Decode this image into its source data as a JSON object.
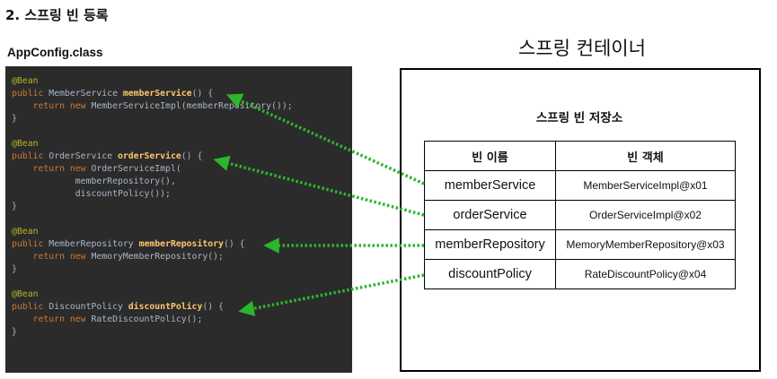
{
  "heading": "2. 스프링 빈 등록",
  "code_panel": {
    "title": "AppConfig.class",
    "lines": [
      [
        {
          "t": "@Bean",
          "c": "annot"
        }
      ],
      [
        {
          "t": "public ",
          "c": "kw"
        },
        {
          "t": "MemberService ",
          "c": "plain"
        },
        {
          "t": "memberService",
          "c": "fn"
        },
        {
          "t": "() {",
          "c": "plain"
        }
      ],
      [
        {
          "t": "    return new ",
          "c": "kw"
        },
        {
          "t": "MemberServiceImpl(memberRepository());",
          "c": "plain"
        }
      ],
      [
        {
          "t": "}",
          "c": "plain"
        }
      ],
      [],
      [
        {
          "t": "@Bean",
          "c": "annot"
        }
      ],
      [
        {
          "t": "public ",
          "c": "kw"
        },
        {
          "t": "OrderService ",
          "c": "plain"
        },
        {
          "t": "orderService",
          "c": "fn"
        },
        {
          "t": "() {",
          "c": "plain"
        }
      ],
      [
        {
          "t": "    return new ",
          "c": "kw"
        },
        {
          "t": "OrderServiceImpl(",
          "c": "plain"
        }
      ],
      [
        {
          "t": "            memberRepository(),",
          "c": "plain"
        }
      ],
      [
        {
          "t": "            discountPolicy());",
          "c": "plain"
        }
      ],
      [
        {
          "t": "}",
          "c": "plain"
        }
      ],
      [],
      [
        {
          "t": "@Bean",
          "c": "annot"
        }
      ],
      [
        {
          "t": "public ",
          "c": "kw"
        },
        {
          "t": "MemberRepository ",
          "c": "plain"
        },
        {
          "t": "memberRepository",
          "c": "fn"
        },
        {
          "t": "() {",
          "c": "plain"
        }
      ],
      [
        {
          "t": "    return new ",
          "c": "kw"
        },
        {
          "t": "MemoryMemberRepository();",
          "c": "plain"
        }
      ],
      [
        {
          "t": "}",
          "c": "plain"
        }
      ],
      [],
      [
        {
          "t": "@Bean",
          "c": "annot"
        }
      ],
      [
        {
          "t": "public ",
          "c": "kw"
        },
        {
          "t": "DiscountPolicy ",
          "c": "plain"
        },
        {
          "t": "discountPolicy",
          "c": "fn"
        },
        {
          "t": "() {",
          "c": "plain"
        }
      ],
      [
        {
          "t": "    return new ",
          "c": "kw"
        },
        {
          "t": "RateDiscountPolicy();",
          "c": "plain"
        }
      ],
      [
        {
          "t": "}",
          "c": "plain"
        }
      ]
    ]
  },
  "container": {
    "title": "스프링 컨테이너",
    "store_title": "스프링 빈 저장소",
    "table": {
      "headers": [
        "빈 이름",
        "빈 객체"
      ],
      "rows": [
        [
          "memberService",
          "MemberServiceImpl@x01"
        ],
        [
          "orderService",
          "OrderServiceImpl@x02"
        ],
        [
          "memberRepository",
          "MemoryMemberRepository@x03"
        ],
        [
          "discountPolicy",
          "RateDiscountPolicy@x04"
        ]
      ]
    }
  },
  "colors": {
    "arrow": "#2db52d",
    "code_bg": "#2b2b2b"
  }
}
